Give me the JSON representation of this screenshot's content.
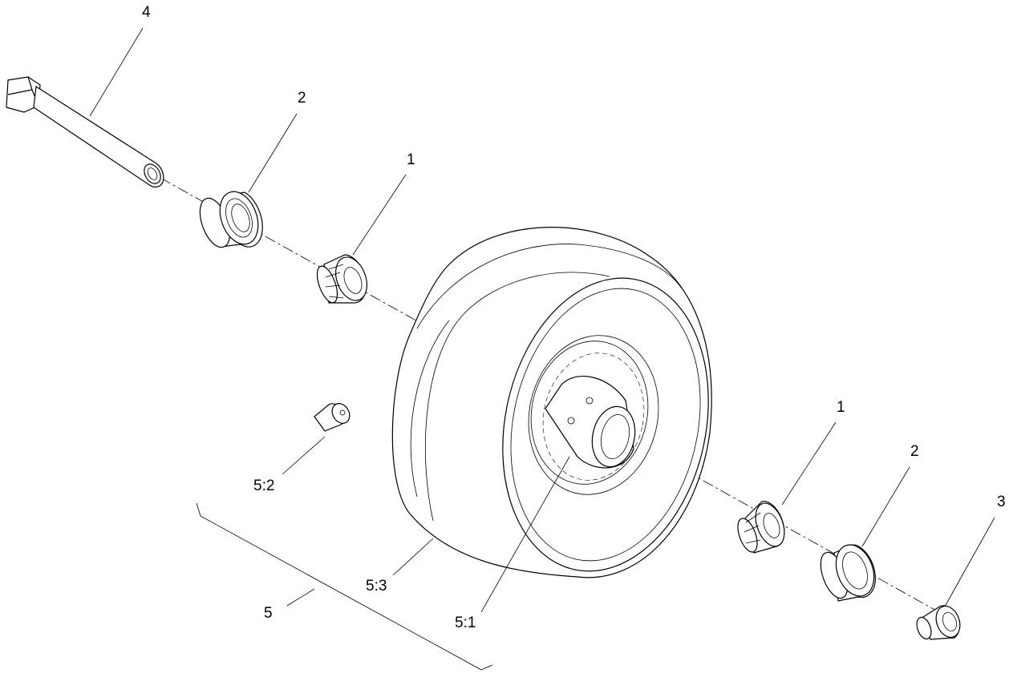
{
  "callouts": [
    {
      "id": "c4",
      "text": "4"
    },
    {
      "id": "c2a",
      "text": "2"
    },
    {
      "id": "c1a",
      "text": "1"
    },
    {
      "id": "c52",
      "text": "5:2"
    },
    {
      "id": "c5",
      "text": "5"
    },
    {
      "id": "c53",
      "text": "5:3"
    },
    {
      "id": "c51",
      "text": "5:1"
    },
    {
      "id": "c1b",
      "text": "1"
    },
    {
      "id": "c2b",
      "text": "2"
    },
    {
      "id": "c3",
      "text": "3"
    }
  ]
}
